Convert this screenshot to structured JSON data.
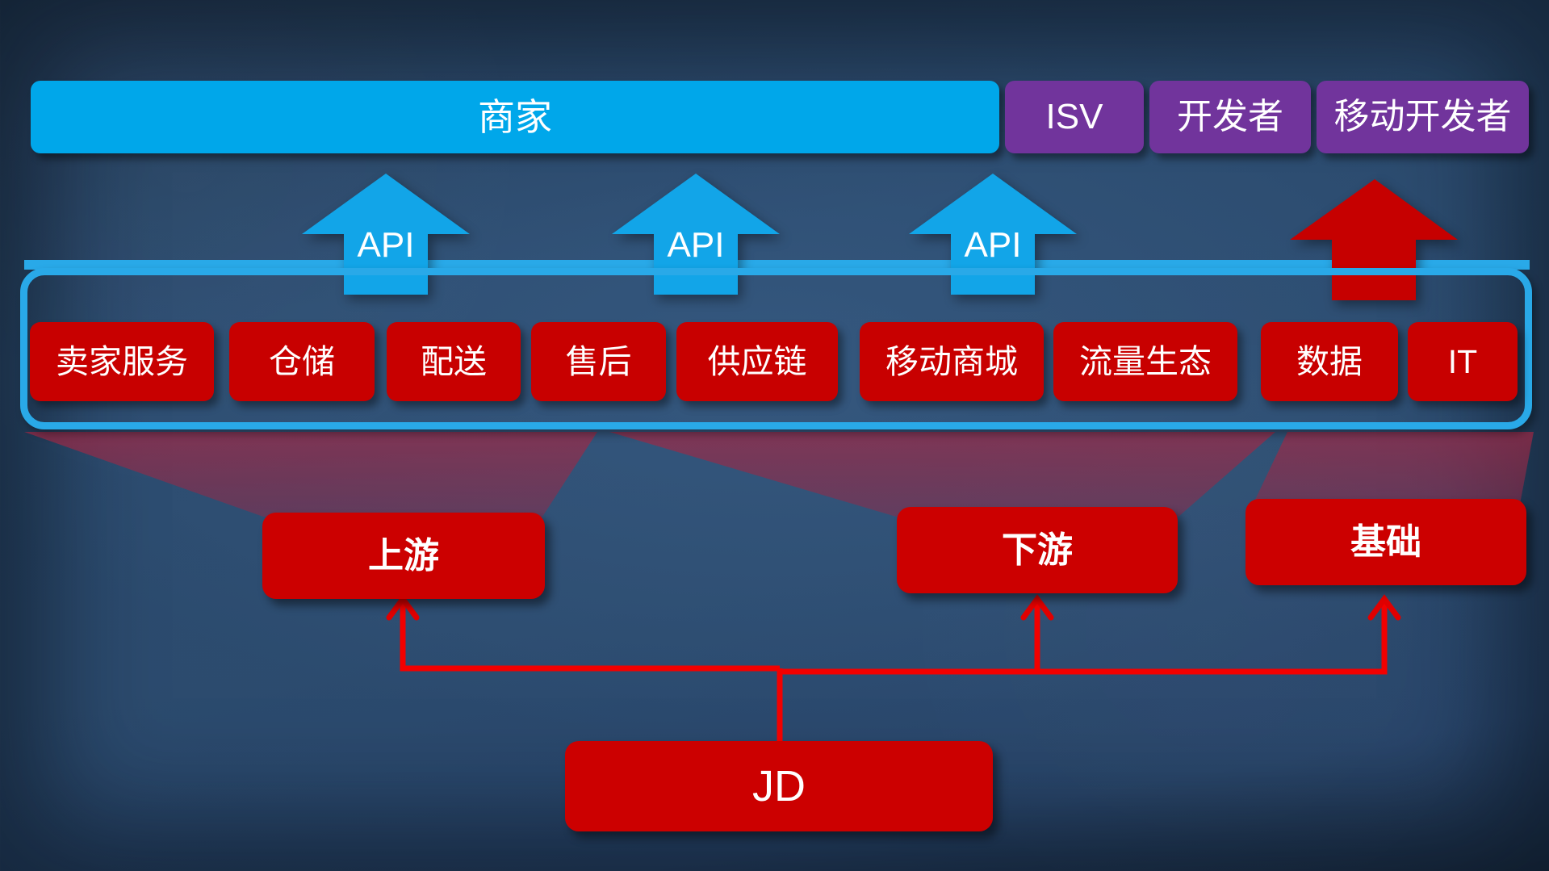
{
  "diagram": {
    "title": "JD Open Platform Ecosystem Diagram",
    "colors": {
      "background_dark_blue": "#21364f",
      "background_mid_blue": "#2c4b6e",
      "cyan": "#00a7ea",
      "cyan_ring": "#29a9e8",
      "purple": "#71349c",
      "red": "#cc0000",
      "red_arrow": "#c60000",
      "funnel_red": "rgba(150,30,60,0.55)",
      "connector_red": "#f20000",
      "text_white": "#ffffff"
    },
    "top_row": [
      {
        "label": "商家",
        "kind": "cyan",
        "name": "merchant"
      },
      {
        "label": "ISV",
        "kind": "purple",
        "name": "isv"
      },
      {
        "label": "开发者",
        "kind": "purple",
        "name": "developer"
      },
      {
        "label": "移动开发者",
        "kind": "purple",
        "name": "mobile-developer"
      }
    ],
    "api_arrows": [
      {
        "label": "API",
        "color": "cyan"
      },
      {
        "label": "API",
        "color": "cyan"
      },
      {
        "label": "API",
        "color": "cyan"
      },
      {
        "label": "",
        "color": "red"
      }
    ],
    "platform_services": [
      {
        "label": "卖家服务",
        "name": "seller-service"
      },
      {
        "label": "仓储",
        "name": "warehousing"
      },
      {
        "label": "配送",
        "name": "delivery"
      },
      {
        "label": "售后",
        "name": "after-sales"
      },
      {
        "label": "供应链",
        "name": "supply-chain"
      },
      {
        "label": "移动商城",
        "name": "mobile-mall"
      },
      {
        "label": "流量生态",
        "name": "traffic-ecosystem"
      },
      {
        "label": "数据",
        "name": "data"
      },
      {
        "label": "IT",
        "name": "it"
      }
    ],
    "categories": [
      {
        "label": "上游",
        "name": "upstream"
      },
      {
        "label": "下游",
        "name": "downstream"
      },
      {
        "label": "基础",
        "name": "foundation"
      }
    ],
    "source": {
      "label": "JD",
      "name": "jd"
    }
  }
}
